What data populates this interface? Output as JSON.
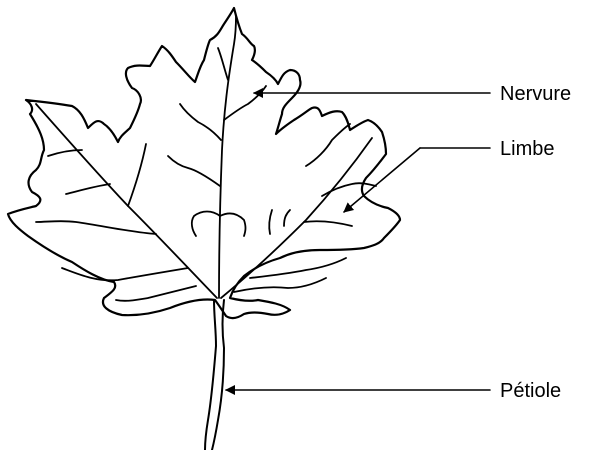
{
  "labels": {
    "nervure": "Nervure",
    "limbe": "Limbe",
    "petiole": "Pétiole"
  },
  "colors": {
    "ink": "#000000",
    "background": "#ffffff"
  }
}
